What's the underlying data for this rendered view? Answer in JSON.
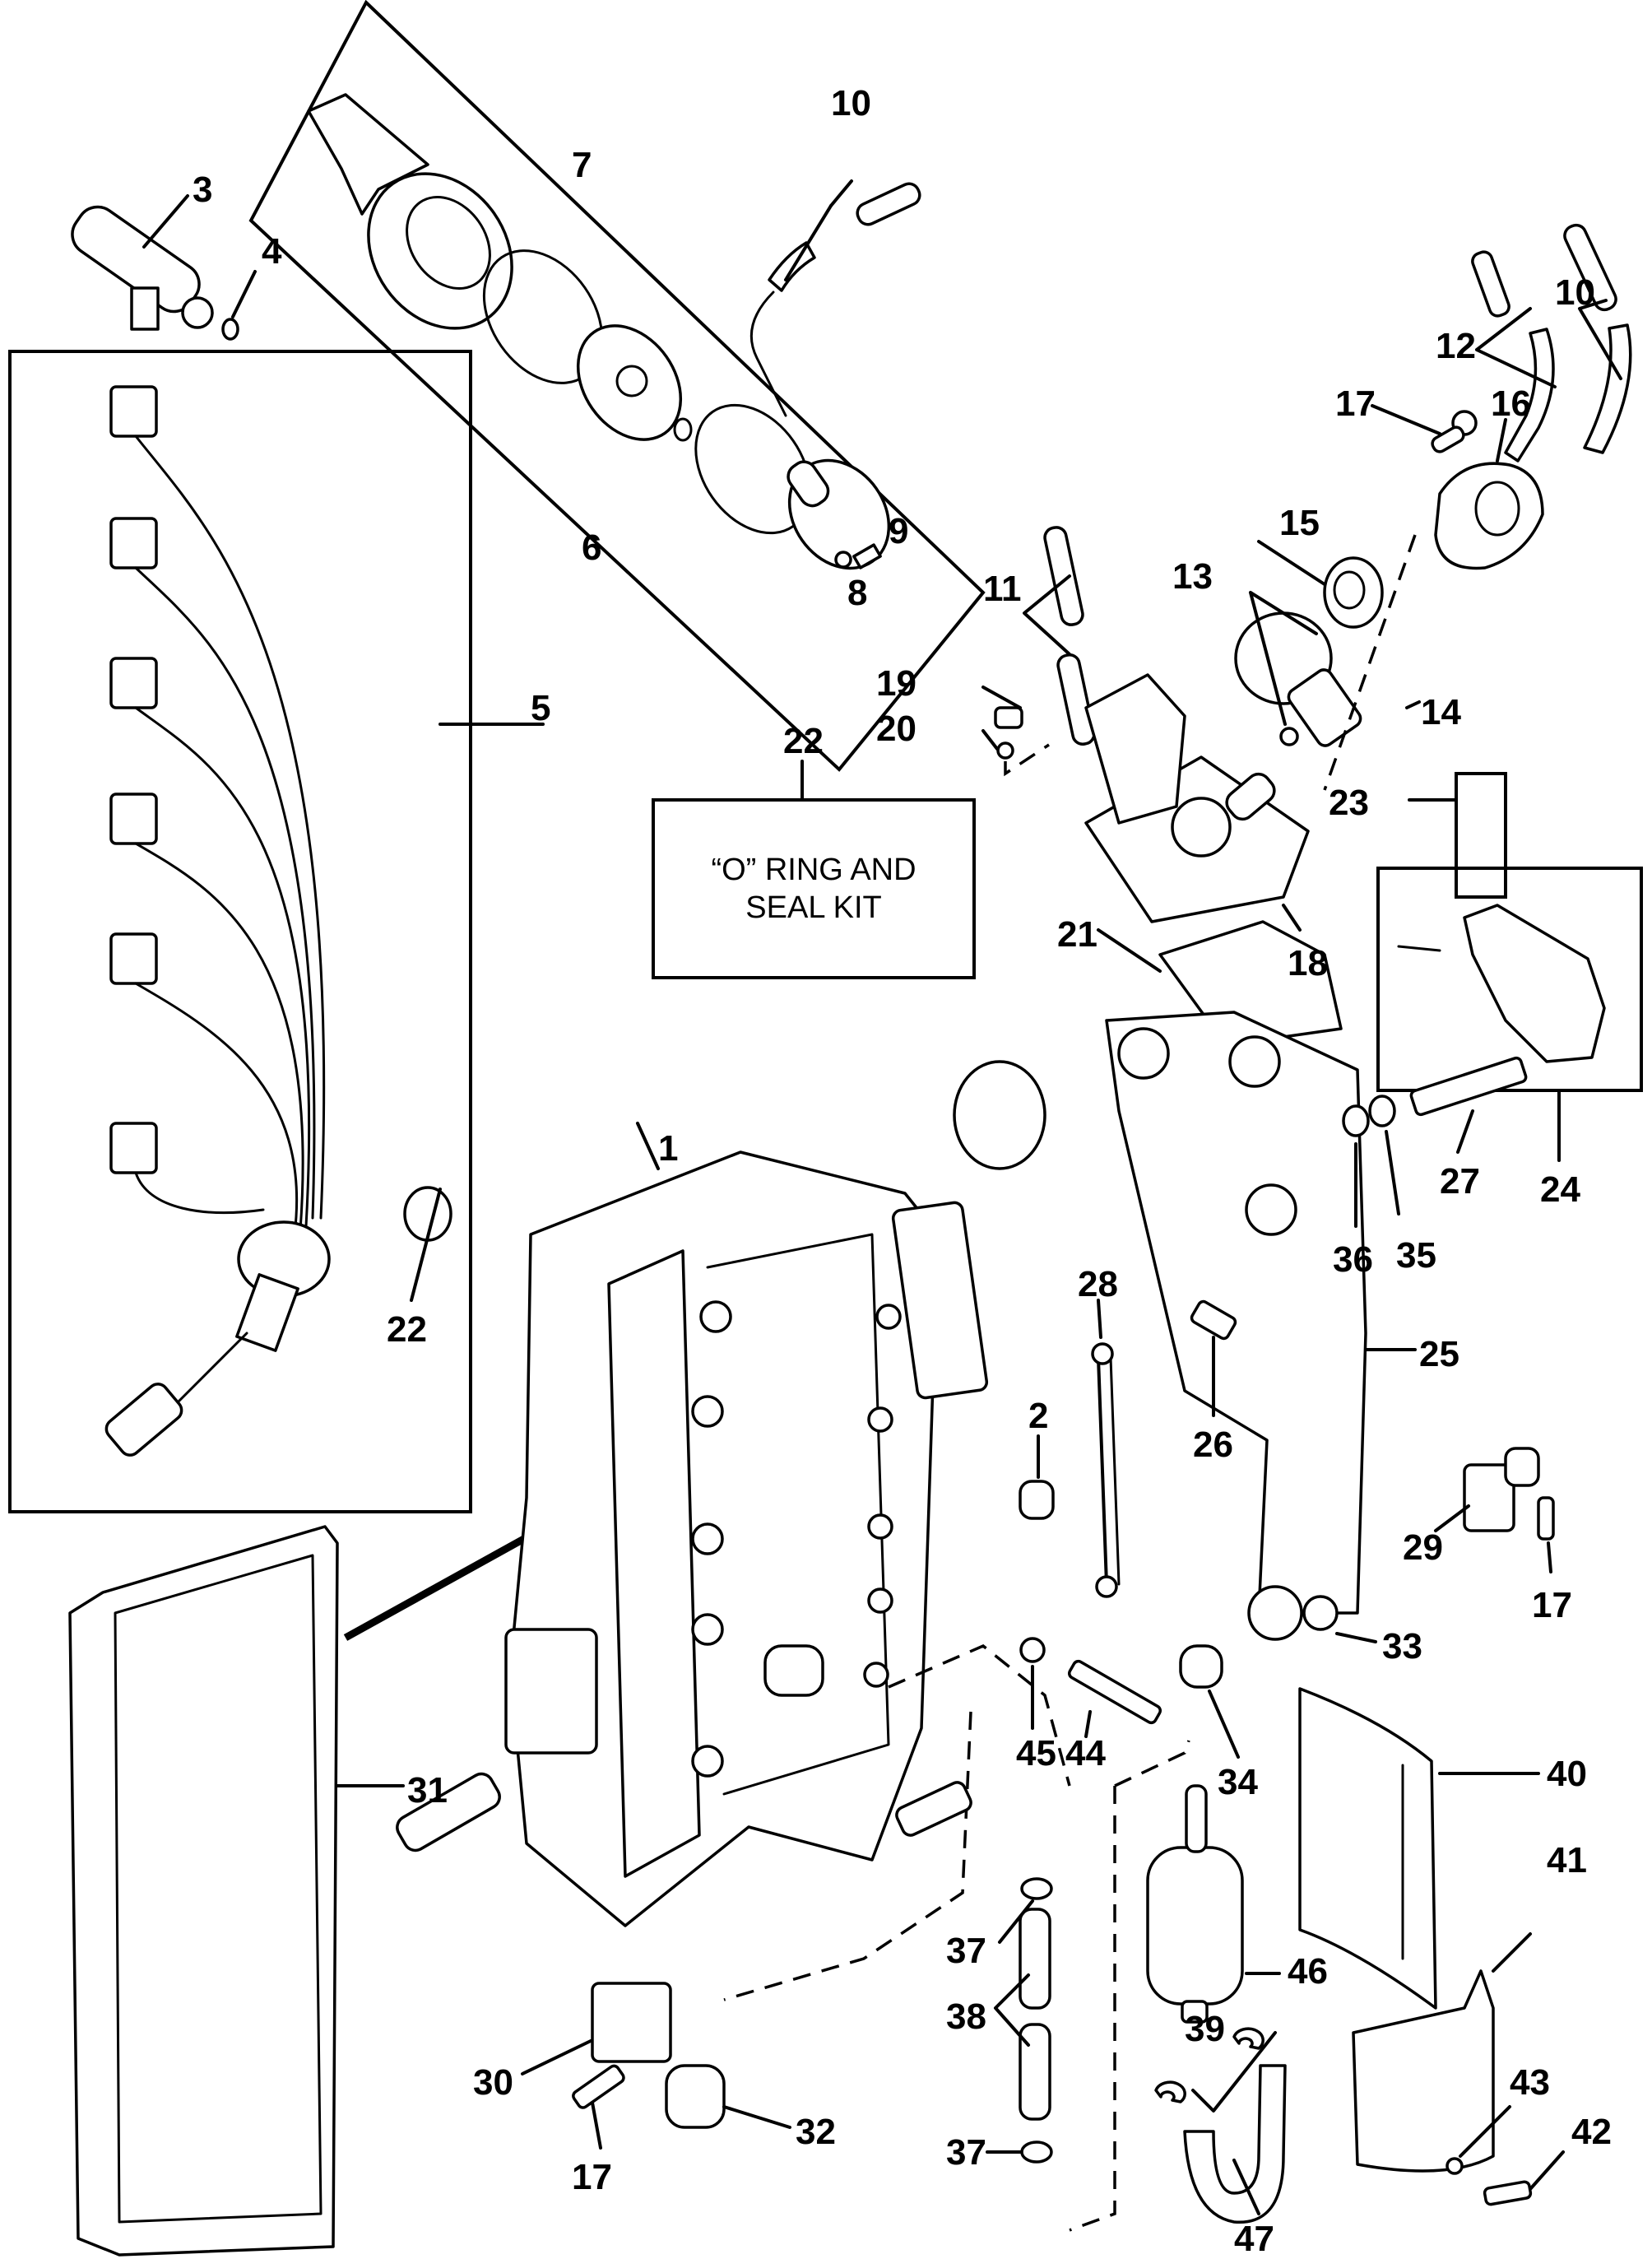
{
  "diagram": {
    "type": "exploded-parts-view",
    "subject": "fuel injection components",
    "line_color": "#000000",
    "background": "#ffffff",
    "kit_box": {
      "line1": "“O” RING AND",
      "line2": "SEAL KIT",
      "callout": "22"
    },
    "callouts": {
      "c1": "1",
      "c2": "2",
      "c3": "3",
      "c4": "4",
      "c5": "5",
      "c6": "6",
      "c7": "7",
      "c8": "8",
      "c9": "9",
      "c10a": "10",
      "c10b": "10",
      "c11": "11",
      "c12": "12",
      "c13": "13",
      "c14": "14",
      "c15": "15",
      "c16": "16",
      "c17a": "17",
      "c17b": "17",
      "c17c": "17",
      "c18": "18",
      "c19": "19",
      "c20": "20",
      "c21": "21",
      "c22a": "22",
      "c22b": "22",
      "c23": "23",
      "c24": "24",
      "c25": "25",
      "c26": "26",
      "c27": "27",
      "c28": "28",
      "c29": "29",
      "c30": "30",
      "c31": "31",
      "c32": "32",
      "c33": "33",
      "c34": "34",
      "c35": "35",
      "c36": "36",
      "c37a": "37",
      "c37b": "37",
      "c38": "38",
      "c39": "39",
      "c40": "40",
      "c41": "41",
      "c42": "42",
      "c43": "43",
      "c44": "44",
      "c45": "45",
      "c46": "46",
      "c47": "47"
    }
  }
}
